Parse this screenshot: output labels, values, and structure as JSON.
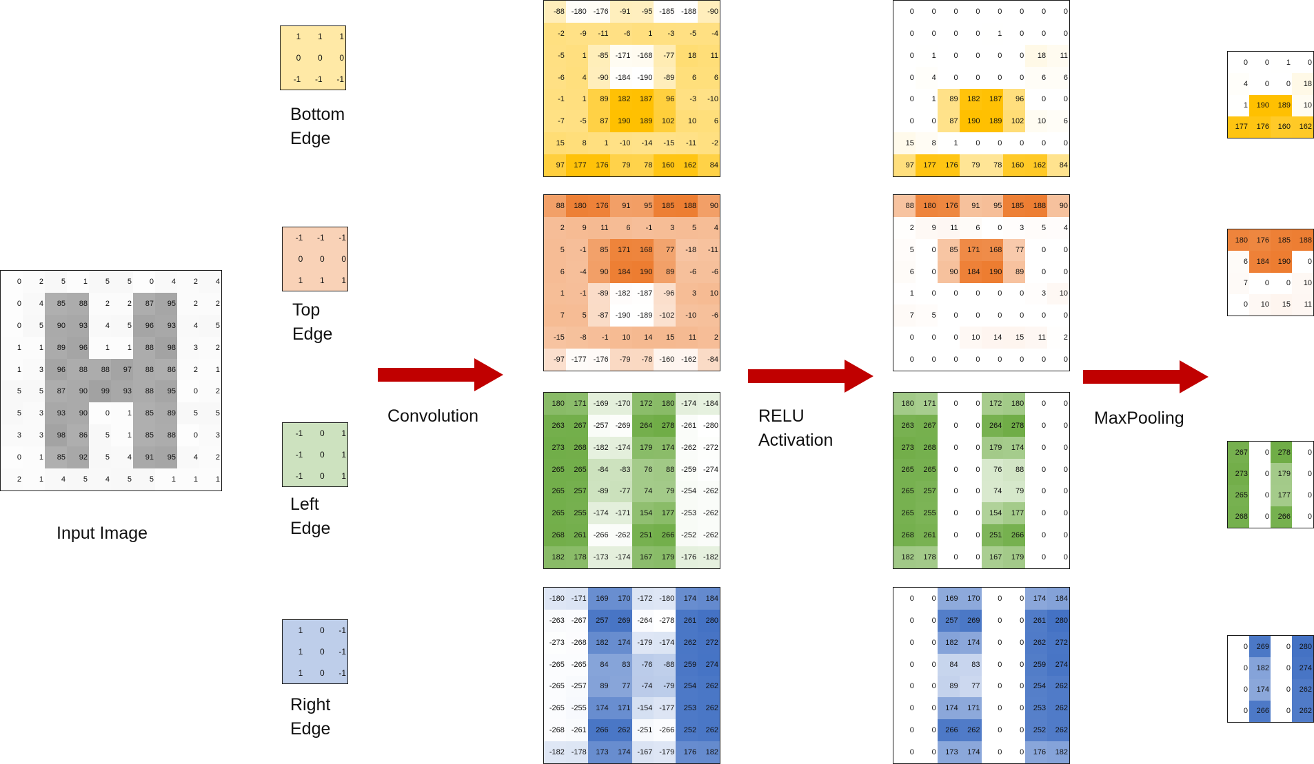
{
  "input": {
    "label": "Input Image",
    "values": [
      [
        0,
        2,
        5,
        1,
        5,
        5,
        0,
        4,
        2,
        4
      ],
      [
        0,
        4,
        85,
        88,
        2,
        2,
        87,
        95,
        2,
        2
      ],
      [
        0,
        5,
        90,
        93,
        4,
        5,
        96,
        93,
        4,
        5
      ],
      [
        1,
        1,
        89,
        96,
        1,
        1,
        88,
        98,
        3,
        2
      ],
      [
        1,
        3,
        96,
        88,
        88,
        97,
        88,
        86,
        2,
        1
      ],
      [
        5,
        5,
        87,
        90,
        99,
        93,
        88,
        95,
        0,
        2
      ],
      [
        5,
        3,
        93,
        90,
        0,
        1,
        85,
        89,
        5,
        5
      ],
      [
        3,
        3,
        98,
        86,
        5,
        1,
        85,
        88,
        0,
        3
      ],
      [
        0,
        1,
        85,
        92,
        5,
        4,
        91,
        95,
        4,
        2
      ],
      [
        2,
        1,
        4,
        5,
        4,
        5,
        5,
        1,
        1,
        1
      ]
    ]
  },
  "kernels": [
    {
      "label": "Bottom Edge",
      "line1": "Bottom",
      "line2": "Edge",
      "color": "#FFC000",
      "values": [
        [
          1,
          1,
          1
        ],
        [
          0,
          0,
          0
        ],
        [
          -1,
          -1,
          -1
        ]
      ]
    },
    {
      "label": "Top Edge",
      "line1": "Top",
      "line2": "Edge",
      "color": "#ED7D31",
      "values": [
        [
          -1,
          -1,
          -1
        ],
        [
          0,
          0,
          0
        ],
        [
          1,
          1,
          1
        ]
      ]
    },
    {
      "label": "Left Edge",
      "line1": "Left",
      "line2": "Edge",
      "color": "#70AD47",
      "values": [
        [
          -1,
          0,
          1
        ],
        [
          -1,
          0,
          1
        ],
        [
          -1,
          0,
          1
        ]
      ]
    },
    {
      "label": "Right Edge",
      "line1": "Right",
      "line2": "Edge",
      "color": "#4472C4",
      "values": [
        [
          1,
          0,
          -1
        ],
        [
          1,
          0,
          -1
        ],
        [
          1,
          0,
          -1
        ]
      ]
    }
  ],
  "conv": [
    [
      [
        -88,
        -180,
        -176,
        -91,
        -95,
        -185,
        -188,
        -90
      ],
      [
        -2,
        -9,
        -11,
        -6,
        1,
        -3,
        -5,
        -4
      ],
      [
        -5,
        1,
        -85,
        -171,
        -168,
        -77,
        18,
        11
      ],
      [
        -6,
        4,
        -90,
        -184,
        -190,
        -89,
        6,
        6
      ],
      [
        -1,
        1,
        89,
        182,
        187,
        96,
        -3,
        -10
      ],
      [
        -7,
        -5,
        87,
        190,
        189,
        102,
        10,
        6
      ],
      [
        15,
        8,
        1,
        -10,
        -14,
        -15,
        -11,
        -2
      ],
      [
        97,
        177,
        176,
        79,
        78,
        160,
        162,
        84
      ]
    ],
    [
      [
        88,
        180,
        176,
        91,
        95,
        185,
        188,
        90
      ],
      [
        2,
        9,
        11,
        6,
        -1,
        3,
        5,
        4
      ],
      [
        5,
        -1,
        85,
        171,
        168,
        77,
        -18,
        -11
      ],
      [
        6,
        -4,
        90,
        184,
        190,
        89,
        -6,
        -6
      ],
      [
        1,
        -1,
        -89,
        -182,
        -187,
        -96,
        3,
        10
      ],
      [
        7,
        5,
        -87,
        -190,
        -189,
        -102,
        -10,
        -6
      ],
      [
        -15,
        -8,
        -1,
        10,
        14,
        15,
        11,
        2
      ],
      [
        -97,
        -177,
        -176,
        -79,
        -78,
        -160,
        -162,
        -84
      ]
    ],
    [
      [
        180,
        171,
        -169,
        -170,
        172,
        180,
        -174,
        -184
      ],
      [
        263,
        267,
        -257,
        -269,
        264,
        278,
        -261,
        -280
      ],
      [
        273,
        268,
        -182,
        -174,
        179,
        174,
        -262,
        -272
      ],
      [
        265,
        265,
        -84,
        -83,
        76,
        88,
        -259,
        -274
      ],
      [
        265,
        257,
        -89,
        -77,
        74,
        79,
        -254,
        -262
      ],
      [
        265,
        255,
        -174,
        -171,
        154,
        177,
        -253,
        -262
      ],
      [
        268,
        261,
        -266,
        -262,
        251,
        266,
        -252,
        -262
      ],
      [
        182,
        178,
        -173,
        -174,
        167,
        179,
        -176,
        -182
      ]
    ],
    [
      [
        -180,
        -171,
        169,
        170,
        -172,
        -180,
        174,
        184
      ],
      [
        -263,
        -267,
        257,
        269,
        -264,
        -278,
        261,
        280
      ],
      [
        -273,
        -268,
        182,
        174,
        -179,
        -174,
        262,
        272
      ],
      [
        -265,
        -265,
        84,
        83,
        -76,
        -88,
        259,
        274
      ],
      [
        -265,
        -257,
        89,
        77,
        -74,
        -79,
        254,
        262
      ],
      [
        -265,
        -255,
        174,
        171,
        -154,
        -177,
        253,
        262
      ],
      [
        -268,
        -261,
        266,
        262,
        -251,
        -266,
        252,
        262
      ],
      [
        -182,
        -178,
        173,
        174,
        -167,
        -179,
        176,
        182
      ]
    ]
  ],
  "relu": [
    [
      [
        0,
        0,
        0,
        0,
        0,
        0,
        0,
        0
      ],
      [
        0,
        0,
        0,
        0,
        1,
        0,
        0,
        0
      ],
      [
        0,
        1,
        0,
        0,
        0,
        0,
        18,
        11
      ],
      [
        0,
        4,
        0,
        0,
        0,
        0,
        6,
        6
      ],
      [
        0,
        1,
        89,
        182,
        187,
        96,
        0,
        0
      ],
      [
        0,
        0,
        87,
        190,
        189,
        102,
        10,
        6
      ],
      [
        15,
        8,
        1,
        0,
        0,
        0,
        0,
        0
      ],
      [
        97,
        177,
        176,
        79,
        78,
        160,
        162,
        84
      ]
    ],
    [
      [
        88,
        180,
        176,
        91,
        95,
        185,
        188,
        90
      ],
      [
        2,
        9,
        11,
        6,
        0,
        3,
        5,
        4
      ],
      [
        5,
        0,
        85,
        171,
        168,
        77,
        0,
        0
      ],
      [
        6,
        0,
        90,
        184,
        190,
        89,
        0,
        0
      ],
      [
        1,
        0,
        0,
        0,
        0,
        0,
        3,
        10
      ],
      [
        7,
        5,
        0,
        0,
        0,
        0,
        0,
        0
      ],
      [
        0,
        0,
        0,
        10,
        14,
        15,
        11,
        2
      ],
      [
        0,
        0,
        0,
        0,
        0,
        0,
        0,
        0
      ]
    ],
    [
      [
        180,
        171,
        0,
        0,
        172,
        180,
        0,
        0
      ],
      [
        263,
        267,
        0,
        0,
        264,
        278,
        0,
        0
      ],
      [
        273,
        268,
        0,
        0,
        179,
        174,
        0,
        0
      ],
      [
        265,
        265,
        0,
        0,
        76,
        88,
        0,
        0
      ],
      [
        265,
        257,
        0,
        0,
        74,
        79,
        0,
        0
      ],
      [
        265,
        255,
        0,
        0,
        154,
        177,
        0,
        0
      ],
      [
        268,
        261,
        0,
        0,
        251,
        266,
        0,
        0
      ],
      [
        182,
        178,
        0,
        0,
        167,
        179,
        0,
        0
      ]
    ],
    [
      [
        0,
        0,
        169,
        170,
        0,
        0,
        174,
        184
      ],
      [
        0,
        0,
        257,
        269,
        0,
        0,
        261,
        280
      ],
      [
        0,
        0,
        182,
        174,
        0,
        0,
        262,
        272
      ],
      [
        0,
        0,
        84,
        83,
        0,
        0,
        259,
        274
      ],
      [
        0,
        0,
        89,
        77,
        0,
        0,
        254,
        262
      ],
      [
        0,
        0,
        174,
        171,
        0,
        0,
        253,
        262
      ],
      [
        0,
        0,
        266,
        262,
        0,
        0,
        252,
        262
      ],
      [
        0,
        0,
        173,
        174,
        0,
        0,
        176,
        182
      ]
    ]
  ],
  "pool": [
    [
      [
        0,
        0,
        1,
        0
      ],
      [
        4,
        0,
        0,
        18
      ],
      [
        1,
        190,
        189,
        10
      ],
      [
        177,
        176,
        160,
        162
      ]
    ],
    [
      [
        180,
        176,
        185,
        188
      ],
      [
        6,
        184,
        190,
        0
      ],
      [
        7,
        0,
        0,
        10
      ],
      [
        0,
        10,
        15,
        11
      ]
    ],
    [
      [
        267,
        0,
        278,
        0
      ],
      [
        273,
        0,
        179,
        0
      ],
      [
        265,
        0,
        177,
        0
      ],
      [
        268,
        0,
        266,
        0
      ]
    ],
    [
      [
        0,
        269,
        0,
        280
      ],
      [
        0,
        182,
        0,
        274
      ],
      [
        0,
        174,
        0,
        262
      ],
      [
        0,
        266,
        0,
        262
      ]
    ]
  ],
  "steps": {
    "convolution": "Convolution",
    "relu_line1": "RELU",
    "relu_line2": "Activation",
    "maxpool": "MaxPooling"
  },
  "colors": {
    "arrow": "#C00000",
    "input_dark": "#808080",
    "bottom": "#FFC000",
    "top": "#ED7D31",
    "left": "#70AD47",
    "right": "#4472C4"
  }
}
